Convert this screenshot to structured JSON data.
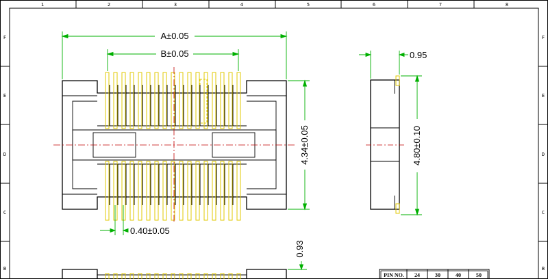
{
  "ruler": {
    "columns": [
      "1",
      "2",
      "3",
      "4",
      "5",
      "6",
      "7",
      "8"
    ],
    "rows": [
      "F",
      "E",
      "D",
      "C",
      "B"
    ]
  },
  "dimensions": {
    "a": "A±0.05",
    "b": "B±0.05",
    "pitch": "0.40±0.05",
    "depth": "4.34±0.05",
    "side_thickness": "0.95",
    "side_height": "4.80±0.10",
    "bottom_height": "0.93"
  },
  "pin_table": {
    "header": "PIN NO.",
    "values": [
      "24",
      "30",
      "40",
      "50"
    ]
  },
  "colors": {
    "outline": "#000000",
    "pin": "#e0c800",
    "dimension": "#00b000",
    "centerline": "#c00000"
  }
}
